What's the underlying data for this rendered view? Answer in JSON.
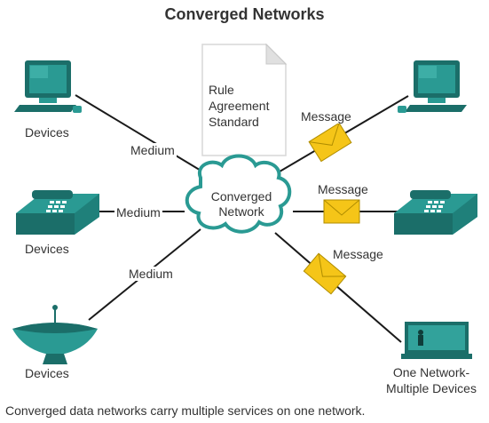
{
  "title": "Converged Networks",
  "document": {
    "lines": [
      "Rule",
      "Agreement",
      "Standard"
    ]
  },
  "cloud": {
    "lines": [
      "Converged",
      "Network"
    ]
  },
  "devices_left": {
    "computer_label": "Devices",
    "phone_label": "Devices",
    "dish_label": "Devices"
  },
  "medium_labels": [
    "Medium",
    "Medium",
    "Medium"
  ],
  "message_labels": [
    "Message",
    "Message",
    "Message"
  ],
  "tv_label_lines": [
    "One Network-",
    "Multiple Devices"
  ],
  "caption": "Converged data networks carry multiple services on one network.",
  "colors": {
    "device_teal": "#2a9a93",
    "device_dark": "#1b6e69",
    "envelope": "#f5c518",
    "cloud_stroke": "#2a9a93",
    "line": "#1a1a1a"
  },
  "icons": [
    "computer-icon",
    "phone-icon",
    "satellite-dish-icon",
    "document-icon",
    "cloud-icon",
    "envelope-icon",
    "tv-icon"
  ]
}
